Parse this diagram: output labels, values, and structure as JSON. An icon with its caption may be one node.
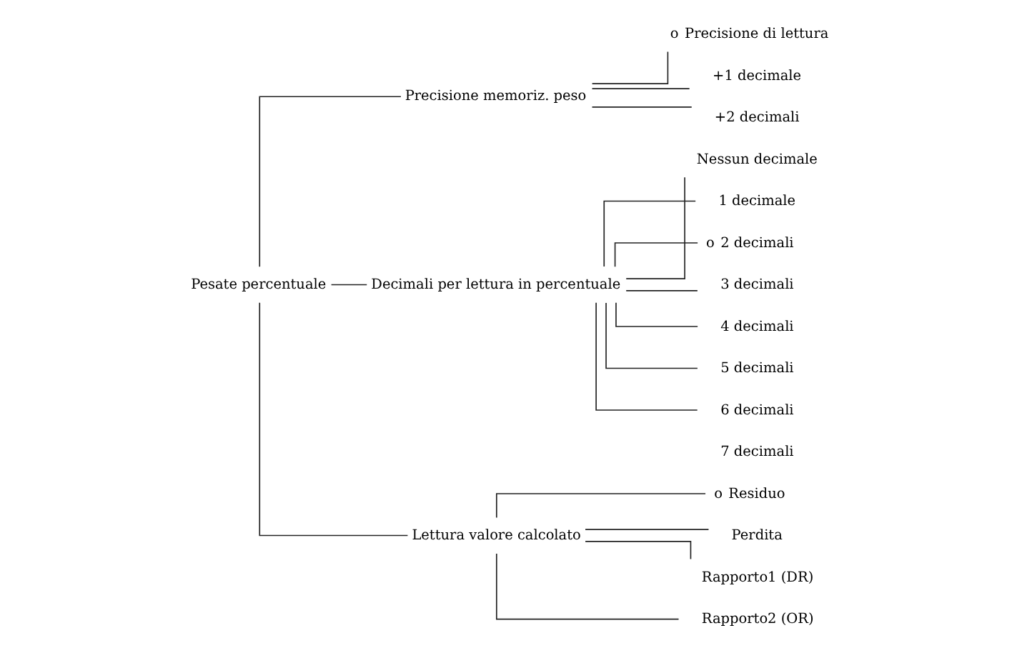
{
  "diagram": {
    "nodes": [
      {
        "text": [
          "Pesate percentuale"
        ]
      },
      {
        "text": [
          "Precisione memoriz. peso"
        ]
      },
      {
        "text": [
          "Precisione di lettura"
        ],
        "beside": [
          "o"
        ]
      },
      {
        "text": [
          "+1 decimale"
        ]
      },
      {
        "text": [
          "+2 decimali"
        ]
      },
      {
        "text": [
          "Decimali per lettura in percentuale"
        ]
      },
      {
        "text": [
          "Nessun decimale"
        ]
      },
      {
        "text": [
          "1 decimale"
        ]
      },
      {
        "text": [
          "2 decimali"
        ],
        "beside": [
          "o"
        ]
      },
      {
        "text": [
          "3 decimali"
        ]
      },
      {
        "text": [
          "4 decimali"
        ]
      },
      {
        "text": [
          "5 decimali"
        ]
      },
      {
        "text": [
          "6 decimali"
        ]
      },
      {
        "text": [
          "7 decimali"
        ]
      },
      {
        "text": [
          "Lettura valore calcolato"
        ]
      },
      {
        "text": [
          "Residuo"
        ],
        "beside": [
          "o"
        ]
      },
      {
        "text": [
          "Perdita"
        ]
      },
      {
        "text": [
          "Rapporto1 (DR)"
        ]
      },
      {
        "text": [
          "Rapporto2 (OR)"
        ]
      }
    ],
    "edges": [
      {
        "from": 0,
        "to": 1,
        "arrow": "none"
      },
      {
        "from": 0,
        "to": 5,
        "arrow": "none"
      },
      {
        "from": 0,
        "to": 14,
        "arrow": "none"
      },
      {
        "from": 1,
        "to": 2,
        "arrow": "none"
      },
      {
        "from": 1,
        "to": 3,
        "arrow": "none"
      },
      {
        "from": 1,
        "to": 4,
        "arrow": "none"
      },
      {
        "from": 5,
        "to": 6,
        "arrow": "none"
      },
      {
        "from": 5,
        "to": 7,
        "arrow": "none"
      },
      {
        "from": 5,
        "to": 8,
        "arrow": "none"
      },
      {
        "from": 5,
        "to": 9,
        "arrow": "none"
      },
      {
        "from": 5,
        "to": 10,
        "arrow": "none"
      },
      {
        "from": 5,
        "to": 11,
        "arrow": "none"
      },
      {
        "from": 5,
        "to": 12,
        "arrow": "none"
      },
      {
        "from": 14,
        "to": 15,
        "arrow": "none"
      },
      {
        "from": 14,
        "to": 16,
        "arrow": "none"
      },
      {
        "from": 14,
        "to": 17,
        "arrow": "none"
      },
      {
        "from": 14,
        "to": 18,
        "arrow": "none"
      }
    ]
  }
}
